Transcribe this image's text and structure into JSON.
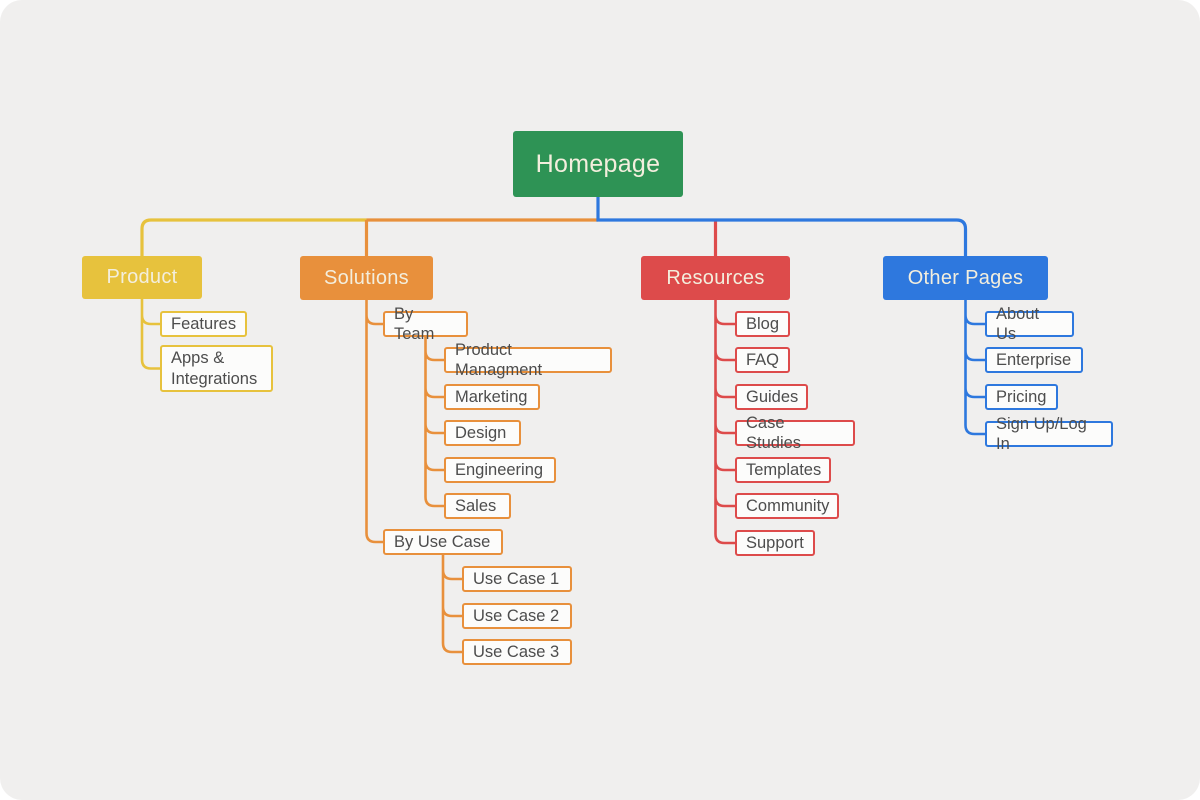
{
  "palette": {
    "canvas": "#f0efee",
    "homepage": "#2e9355",
    "product": "#e7c23d",
    "solutions": "#e8903c",
    "resources": "#dd4b4b",
    "other": "#2e78de",
    "node_fill": "#fcfcfb",
    "node_text": "#4d4d4d",
    "header_text": "#f3eedd"
  },
  "root": {
    "label": "Homepage"
  },
  "branches": [
    {
      "label": "Product",
      "children": [
        {
          "label": "Features"
        },
        {
          "label": "Apps & Integrations"
        }
      ]
    },
    {
      "label": "Solutions",
      "children": [
        {
          "label": "By Team",
          "children": [
            {
              "label": "Product Managment"
            },
            {
              "label": "Marketing"
            },
            {
              "label": "Design"
            },
            {
              "label": "Engineering"
            },
            {
              "label": "Sales"
            }
          ]
        },
        {
          "label": "By Use Case",
          "children": [
            {
              "label": "Use Case 1"
            },
            {
              "label": "Use Case 2"
            },
            {
              "label": "Use Case 3"
            }
          ]
        }
      ]
    },
    {
      "label": "Resources",
      "children": [
        {
          "label": "Blog"
        },
        {
          "label": "FAQ"
        },
        {
          "label": "Guides"
        },
        {
          "label": "Case Studies"
        },
        {
          "label": "Templates"
        },
        {
          "label": "Community"
        },
        {
          "label": "Support"
        }
      ]
    },
    {
      "label": "Other Pages",
      "children": [
        {
          "label": "About Us"
        },
        {
          "label": "Enterprise"
        },
        {
          "label": "Pricing"
        },
        {
          "label": "Sign Up/Log In"
        }
      ]
    }
  ]
}
